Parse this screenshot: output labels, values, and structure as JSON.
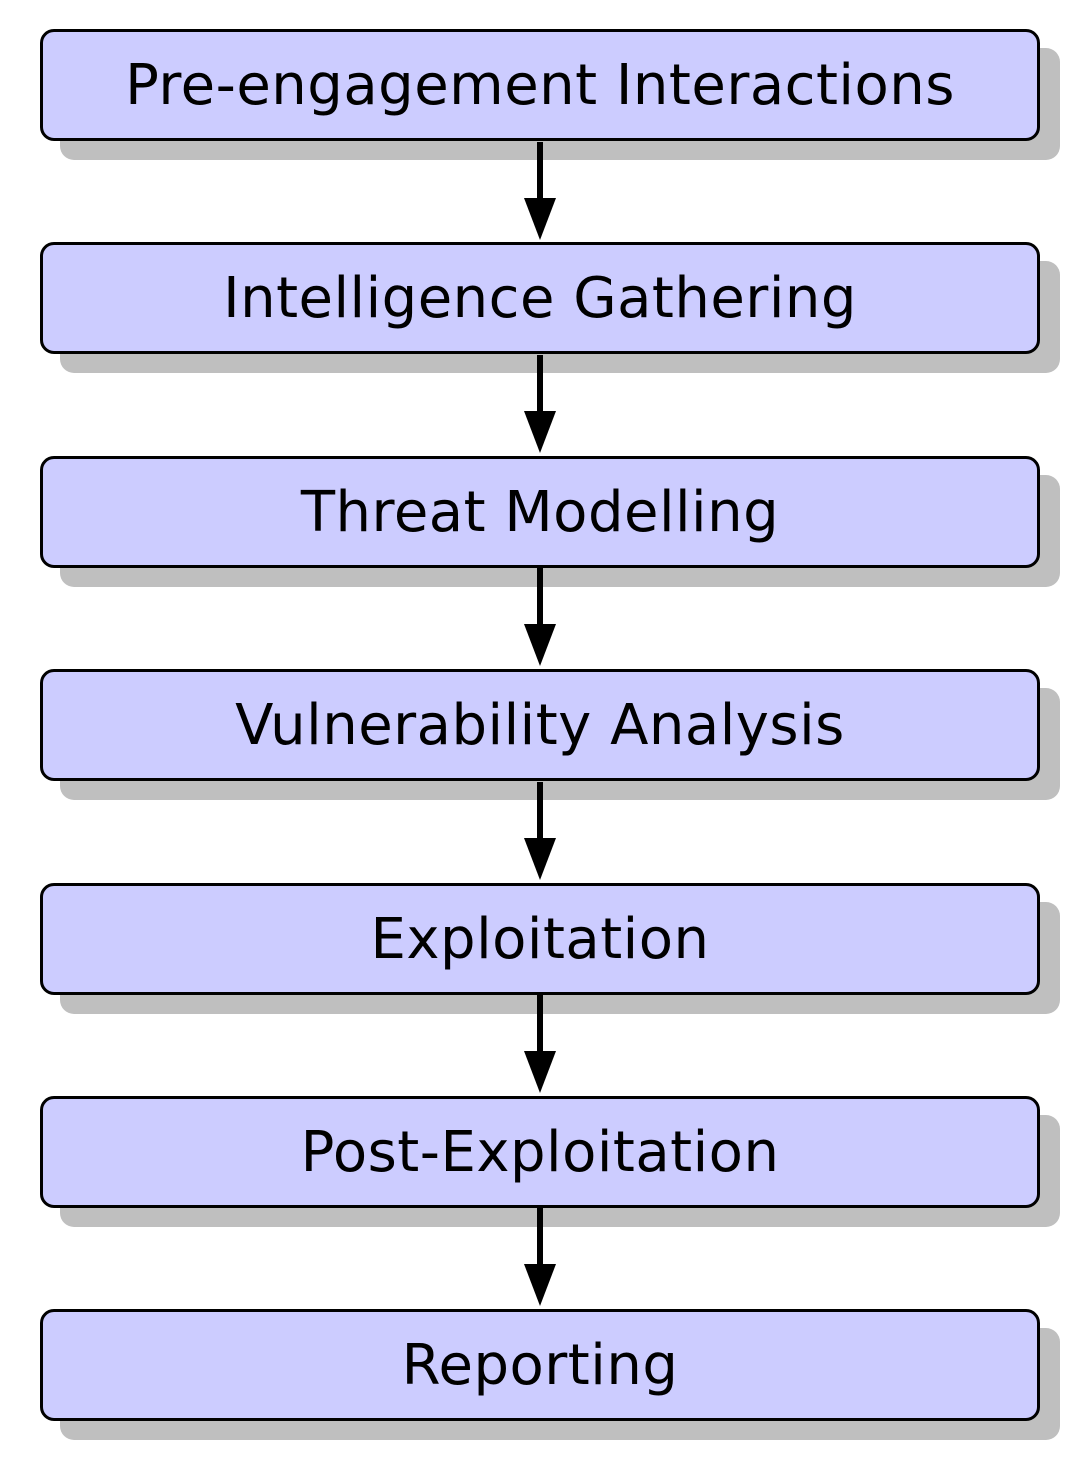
{
  "diagram": {
    "steps": [
      "Pre-engagement Interactions",
      "Intelligence Gathering",
      "Threat Modelling",
      "Vulnerability Analysis",
      "Exploitation",
      "Post-Exploitation",
      "Reporting"
    ],
    "colors": {
      "box_fill": "#ccccff",
      "box_border": "#000000",
      "shadow": "#bfbfbf",
      "arrow": "#000000",
      "text": "#000000",
      "background": "#ffffff"
    }
  }
}
